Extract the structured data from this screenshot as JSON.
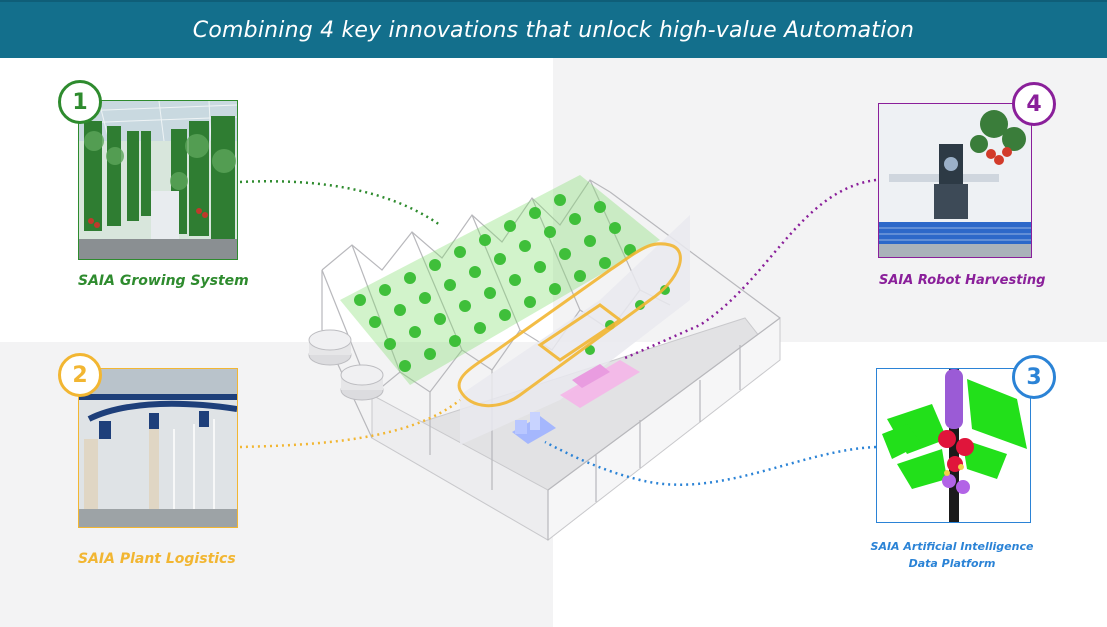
{
  "banner": {
    "title": "Combining 4 key innovations that unlock high-value Automation"
  },
  "colors": {
    "banner_bg": "#136f8c",
    "growing": "#2e8b2e",
    "logistics": "#f2b632",
    "harvesting": "#8a1f9a",
    "ai": "#2b83d6",
    "quadrant_gray": "#f3f3f4"
  },
  "innovations": [
    {
      "number": "1",
      "label": "SAIA Growing System"
    },
    {
      "number": "2",
      "label": "SAIA Plant Logistics"
    },
    {
      "number": "3",
      "label_line1": "SAIA Artificial Intelligence",
      "label_line2": "Data Platform"
    },
    {
      "number": "4",
      "label": "SAIA Robot Harvesting"
    }
  ]
}
